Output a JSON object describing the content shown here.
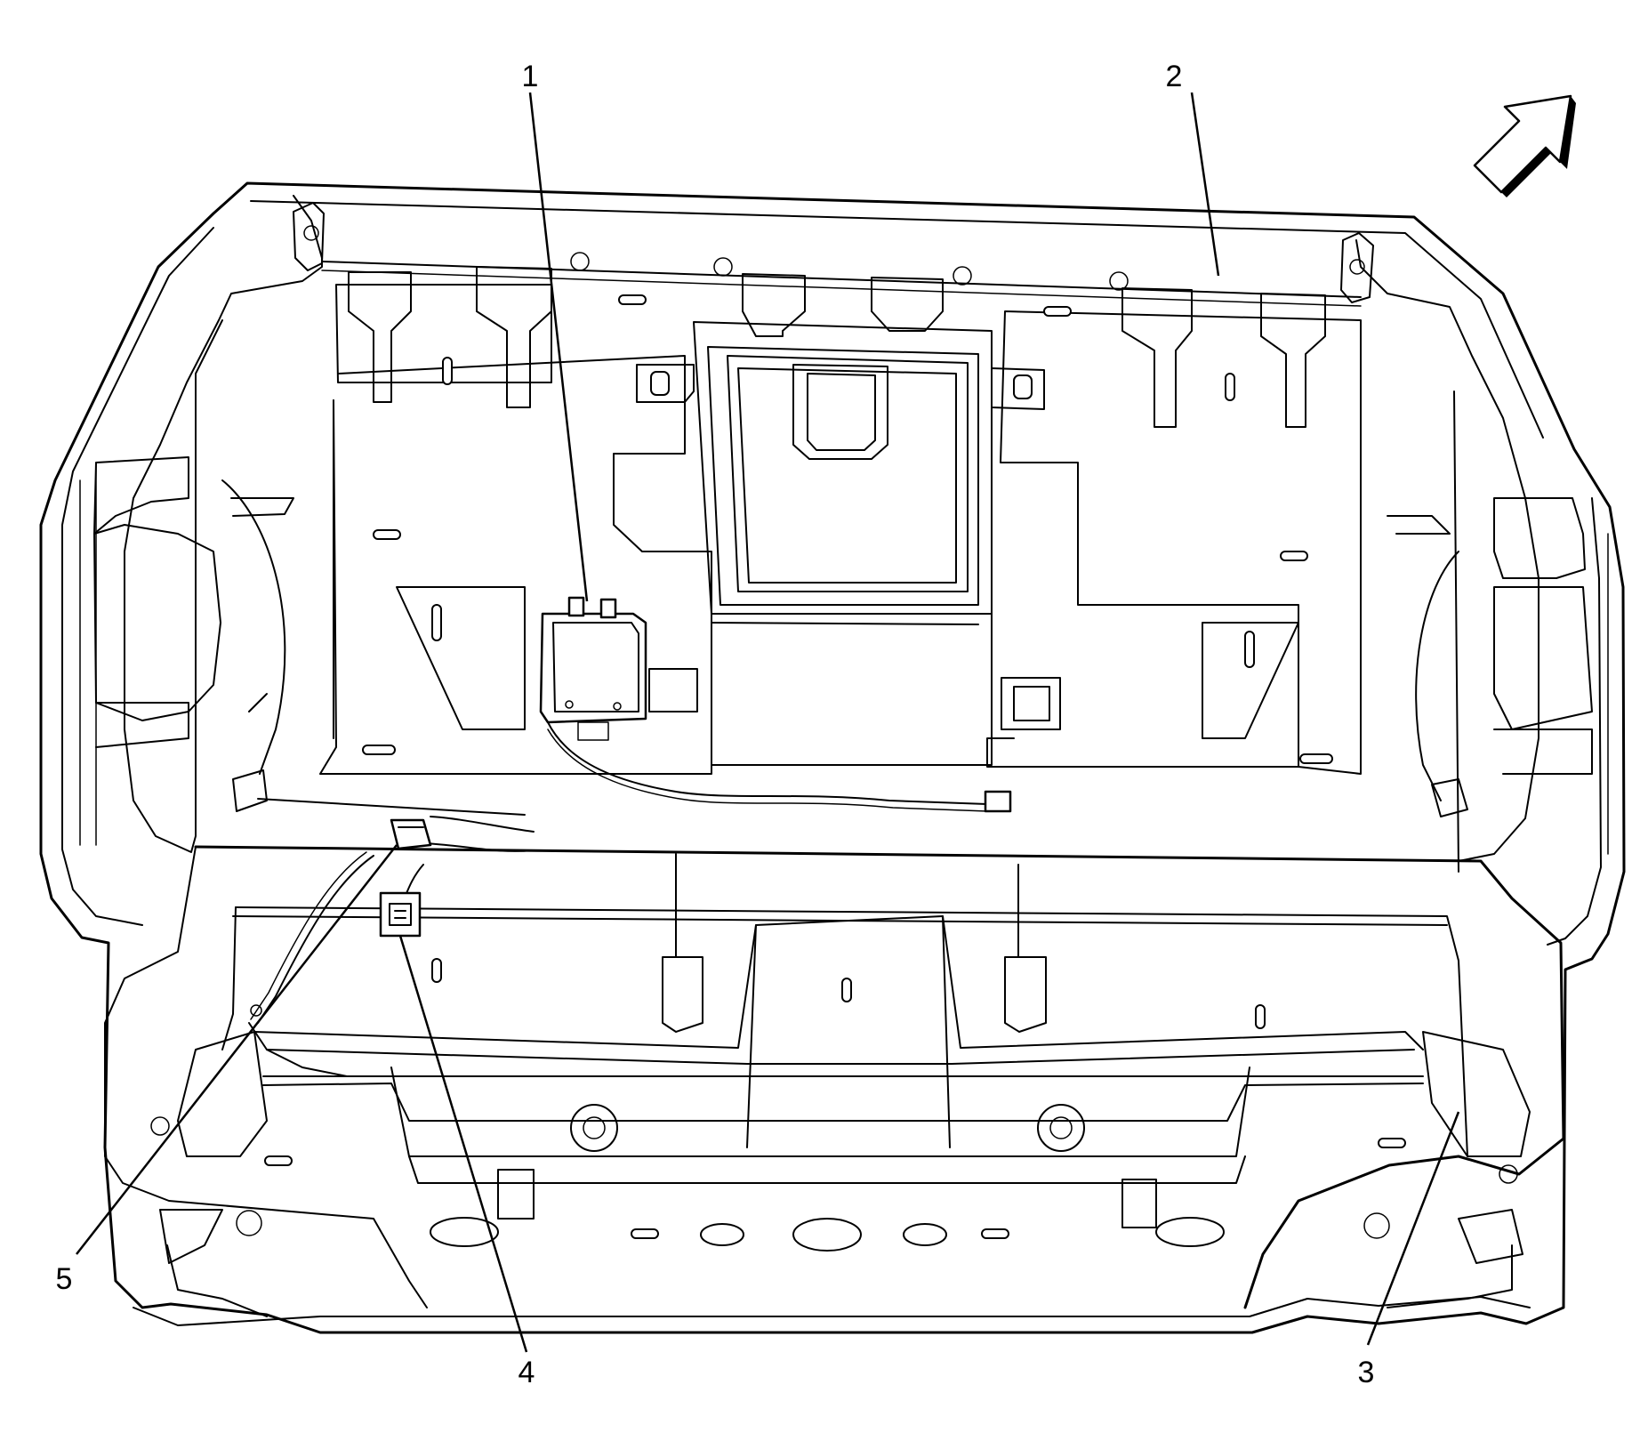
{
  "callouts": [
    {
      "id": "1",
      "label": "1"
    },
    {
      "id": "2",
      "label": "2"
    },
    {
      "id": "3",
      "label": "3"
    },
    {
      "id": "4",
      "label": "4"
    },
    {
      "id": "5",
      "label": "5"
    }
  ],
  "icons": {
    "direction_arrow": "arrow-up-right-icon"
  }
}
